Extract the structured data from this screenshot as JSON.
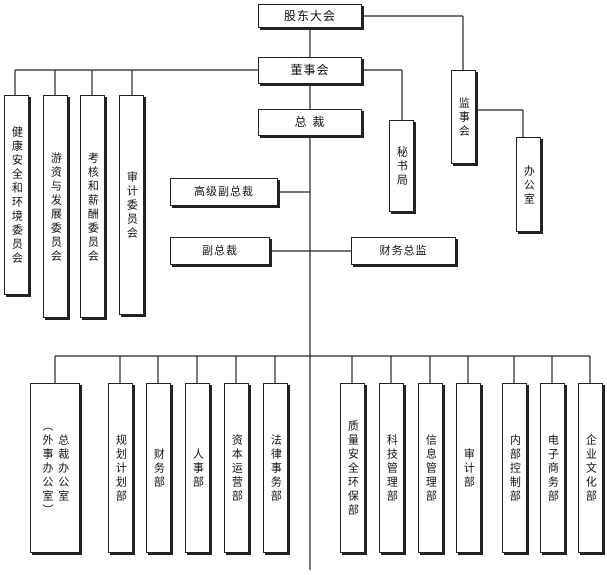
{
  "nodes": {
    "shareholders": "股东大会",
    "board": "董事会",
    "supervisory": "监事会",
    "supervisory_office": "办公室",
    "ceo": "总 裁",
    "secretariat": "秘书局",
    "svp": "高级副总裁",
    "vp": "副总裁",
    "cfo": "财务总监",
    "committees": [
      "健康安全和环境委员会",
      "游资与发展委员会",
      "考核和薪酬委员会",
      "审计委员会"
    ],
    "ceo_office_col1": "总裁办公室",
    "ceo_office_col2": "（外事办公室）",
    "left_departments": [
      "规划计划部",
      "财务部",
      "人事部",
      "资本运营部",
      "法律事务部"
    ],
    "right_departments": [
      "质量安全环保部",
      "科技管理部",
      "信息管理部",
      "审计部",
      "内部控制部",
      "电子商务部",
      "企业文化部"
    ]
  }
}
